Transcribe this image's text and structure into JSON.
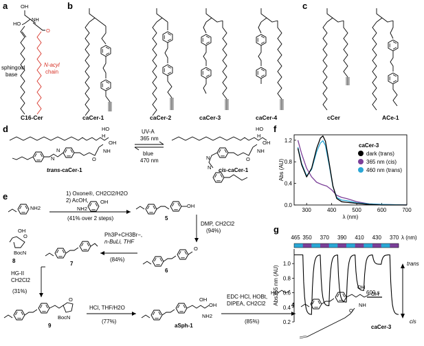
{
  "panels": {
    "a": "a",
    "b": "b",
    "c": "c",
    "d": "d",
    "e": "e",
    "f": "f",
    "g": "g"
  },
  "panel_a": {
    "sphingoid_label_1": "sphingoid",
    "sphingoid_label_2": "base",
    "acyl_label_1": "N-acyl",
    "acyl_label_2": "chain",
    "compound": "C16-Cer",
    "atoms": {
      "OH": "OH",
      "HO": "HO",
      "NH": "NH",
      "O": "O"
    }
  },
  "panel_b": {
    "compounds": [
      "caCer-1",
      "caCer-2",
      "caCer-3",
      "caCer-4"
    ]
  },
  "panel_c": {
    "compounds": [
      "cCer",
      "ACe-1"
    ]
  },
  "panel_d": {
    "uv_label": "UV-A",
    "uv_wavelength": "365 nm",
    "blue_label": "blue",
    "blue_wavelength": "470 nm",
    "trans_prefix": "trans-",
    "trans_name": "caCer-1",
    "cis_prefix": "cis-",
    "cis_name": "caCer-1"
  },
  "panel_e": {
    "step1_line1": "1) Oxone®, CH2Cl2/H2O",
    "step1_line2": "2) AcOH,",
    "step1_yield": "(41% over 2 steps)",
    "cmpd5": "5",
    "step2_reagent": "DMP, CH2Cl2",
    "step2_yield": "(94%)",
    "cmpd6": "6",
    "step3_line1": "Ph3P+CH3Br−,",
    "step3_line2": "n-BuLi, THF",
    "step3_yield": "(84%)",
    "cmpd7": "7",
    "cmpd8": "8",
    "step4_line1": "HG-II",
    "step4_line2": "CH2Cl2",
    "step4_yield": "(31%)",
    "cmpd9": "9",
    "step5_reagent": "HCl, THF/H2O",
    "step5_yield": "(77%)",
    "cmpd_asph": "aSph-1",
    "step6_line1": "EDC·HCl, HOBt,",
    "step6_line2": "DIPEA, CH2Cl2",
    "step6_yield": "(85%)",
    "cmpd4": "4",
    "product": "caCer-3",
    "atoms": {
      "NH2": "NH2",
      "OH": "OH",
      "O": "O",
      "H": "H",
      "NH": "NH",
      "BocN": "BocN",
      "N": "N",
      "HO": "HO"
    }
  },
  "chart_data": [
    {
      "type": "line",
      "panel": "f",
      "xlabel": "λ (nm)",
      "ylabel": "Abs (AU)",
      "xlim": [
        250,
        700
      ],
      "ylim": [
        0.0,
        1.3
      ],
      "xticks": [
        300,
        400,
        500,
        600,
        700
      ],
      "yticks": [
        0.0,
        0.4,
        0.8,
        1.2
      ],
      "legend_title": "caCer-3",
      "legend_position": "right",
      "series": [
        {
          "name": "dark (trans)",
          "color": "#000000",
          "x": [
            265,
            280,
            300,
            320,
            340,
            355,
            365,
            375,
            390,
            405,
            420,
            440,
            460,
            500,
            550,
            600,
            700
          ],
          "y": [
            1.05,
            0.75,
            0.52,
            0.68,
            1.05,
            1.24,
            1.28,
            1.18,
            0.78,
            0.35,
            0.12,
            0.06,
            0.05,
            0.03,
            0.01,
            0.0,
            0.0
          ]
        },
        {
          "name": "365 nm (cis)",
          "color": "#7b3f98",
          "x": [
            265,
            280,
            300,
            320,
            340,
            360,
            380,
            400,
            420,
            440,
            460,
            480,
            500,
            550,
            600,
            700
          ],
          "y": [
            1.2,
            0.95,
            0.68,
            0.52,
            0.42,
            0.38,
            0.35,
            0.28,
            0.18,
            0.14,
            0.12,
            0.09,
            0.06,
            0.02,
            0.01,
            0.0
          ]
        },
        {
          "name": "460 nm (trans)",
          "color": "#2aa7d6",
          "x": [
            265,
            280,
            300,
            320,
            340,
            355,
            365,
            375,
            390,
            405,
            420,
            440,
            460,
            500,
            550,
            600,
            700
          ],
          "y": [
            1.07,
            0.77,
            0.54,
            0.66,
            0.99,
            1.15,
            1.19,
            1.1,
            0.74,
            0.34,
            0.14,
            0.09,
            0.08,
            0.04,
            0.02,
            0.01,
            0.0
          ]
        }
      ]
    },
    {
      "type": "line",
      "panel": "g",
      "xlabel": "",
      "ylabel": "Abs365 nm (AU)",
      "ylim": [
        0.2,
        1.2
      ],
      "yticks": [
        0.2,
        0.4,
        0.6,
        0.8,
        1.0
      ],
      "scalebar": "600 s",
      "wavelength_label": "λ (nm)",
      "wavelength_sequence": [
        "465",
        "350",
        "370",
        "390",
        "410",
        "430",
        "370"
      ],
      "trans_label": "trans",
      "cis_label": "cis",
      "segments": [
        {
          "illum_nm": 465,
          "level": 1.12
        },
        {
          "illum_nm": 350,
          "level": 0.3
        },
        {
          "illum_nm": 465,
          "level": 1.12
        },
        {
          "illum_nm": 370,
          "level": 0.42
        },
        {
          "illum_nm": 465,
          "level": 1.12
        },
        {
          "illum_nm": 390,
          "level": 0.47
        },
        {
          "illum_nm": 465,
          "level": 1.12
        },
        {
          "illum_nm": 410,
          "level": 0.63
        },
        {
          "illum_nm": 465,
          "level": 1.12
        },
        {
          "illum_nm": 430,
          "level": 0.99
        },
        {
          "illum_nm": 465,
          "level": 1.12
        },
        {
          "illum_nm": 370,
          "level": 0.3
        }
      ],
      "colors": {
        "blue": "#2aa7d6",
        "violet": "#7b3f98"
      }
    }
  ]
}
